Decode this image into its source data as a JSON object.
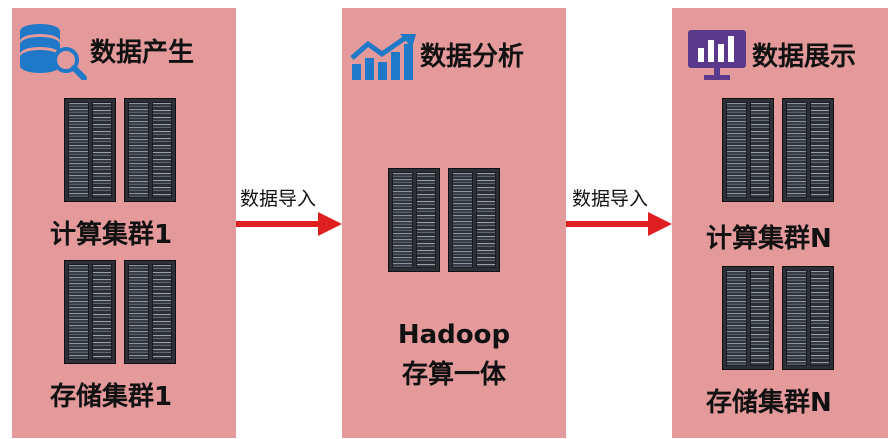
{
  "stages": {
    "produce": {
      "title": "数据产生",
      "icon": "database-search-icon",
      "cluster_top": "计算集群1",
      "cluster_bottom": "存储集群1"
    },
    "analyze": {
      "title": "数据分析",
      "icon": "growth-chart-icon",
      "cluster_line1": "Hadoop",
      "cluster_line2": "存算一体"
    },
    "display": {
      "title": "数据展示",
      "icon": "monitor-chart-icon",
      "cluster_top": "计算集群N",
      "cluster_bottom": "存储集群N"
    }
  },
  "flows": [
    {
      "label": "数据导入",
      "color": "#e02020"
    },
    {
      "label": "数据导入",
      "color": "#e02020"
    }
  ],
  "colors": {
    "panel": "#e4999b",
    "arrow": "#e02020",
    "icon_blue": "#1f78c8",
    "icon_purple": "#5b3a8c"
  }
}
